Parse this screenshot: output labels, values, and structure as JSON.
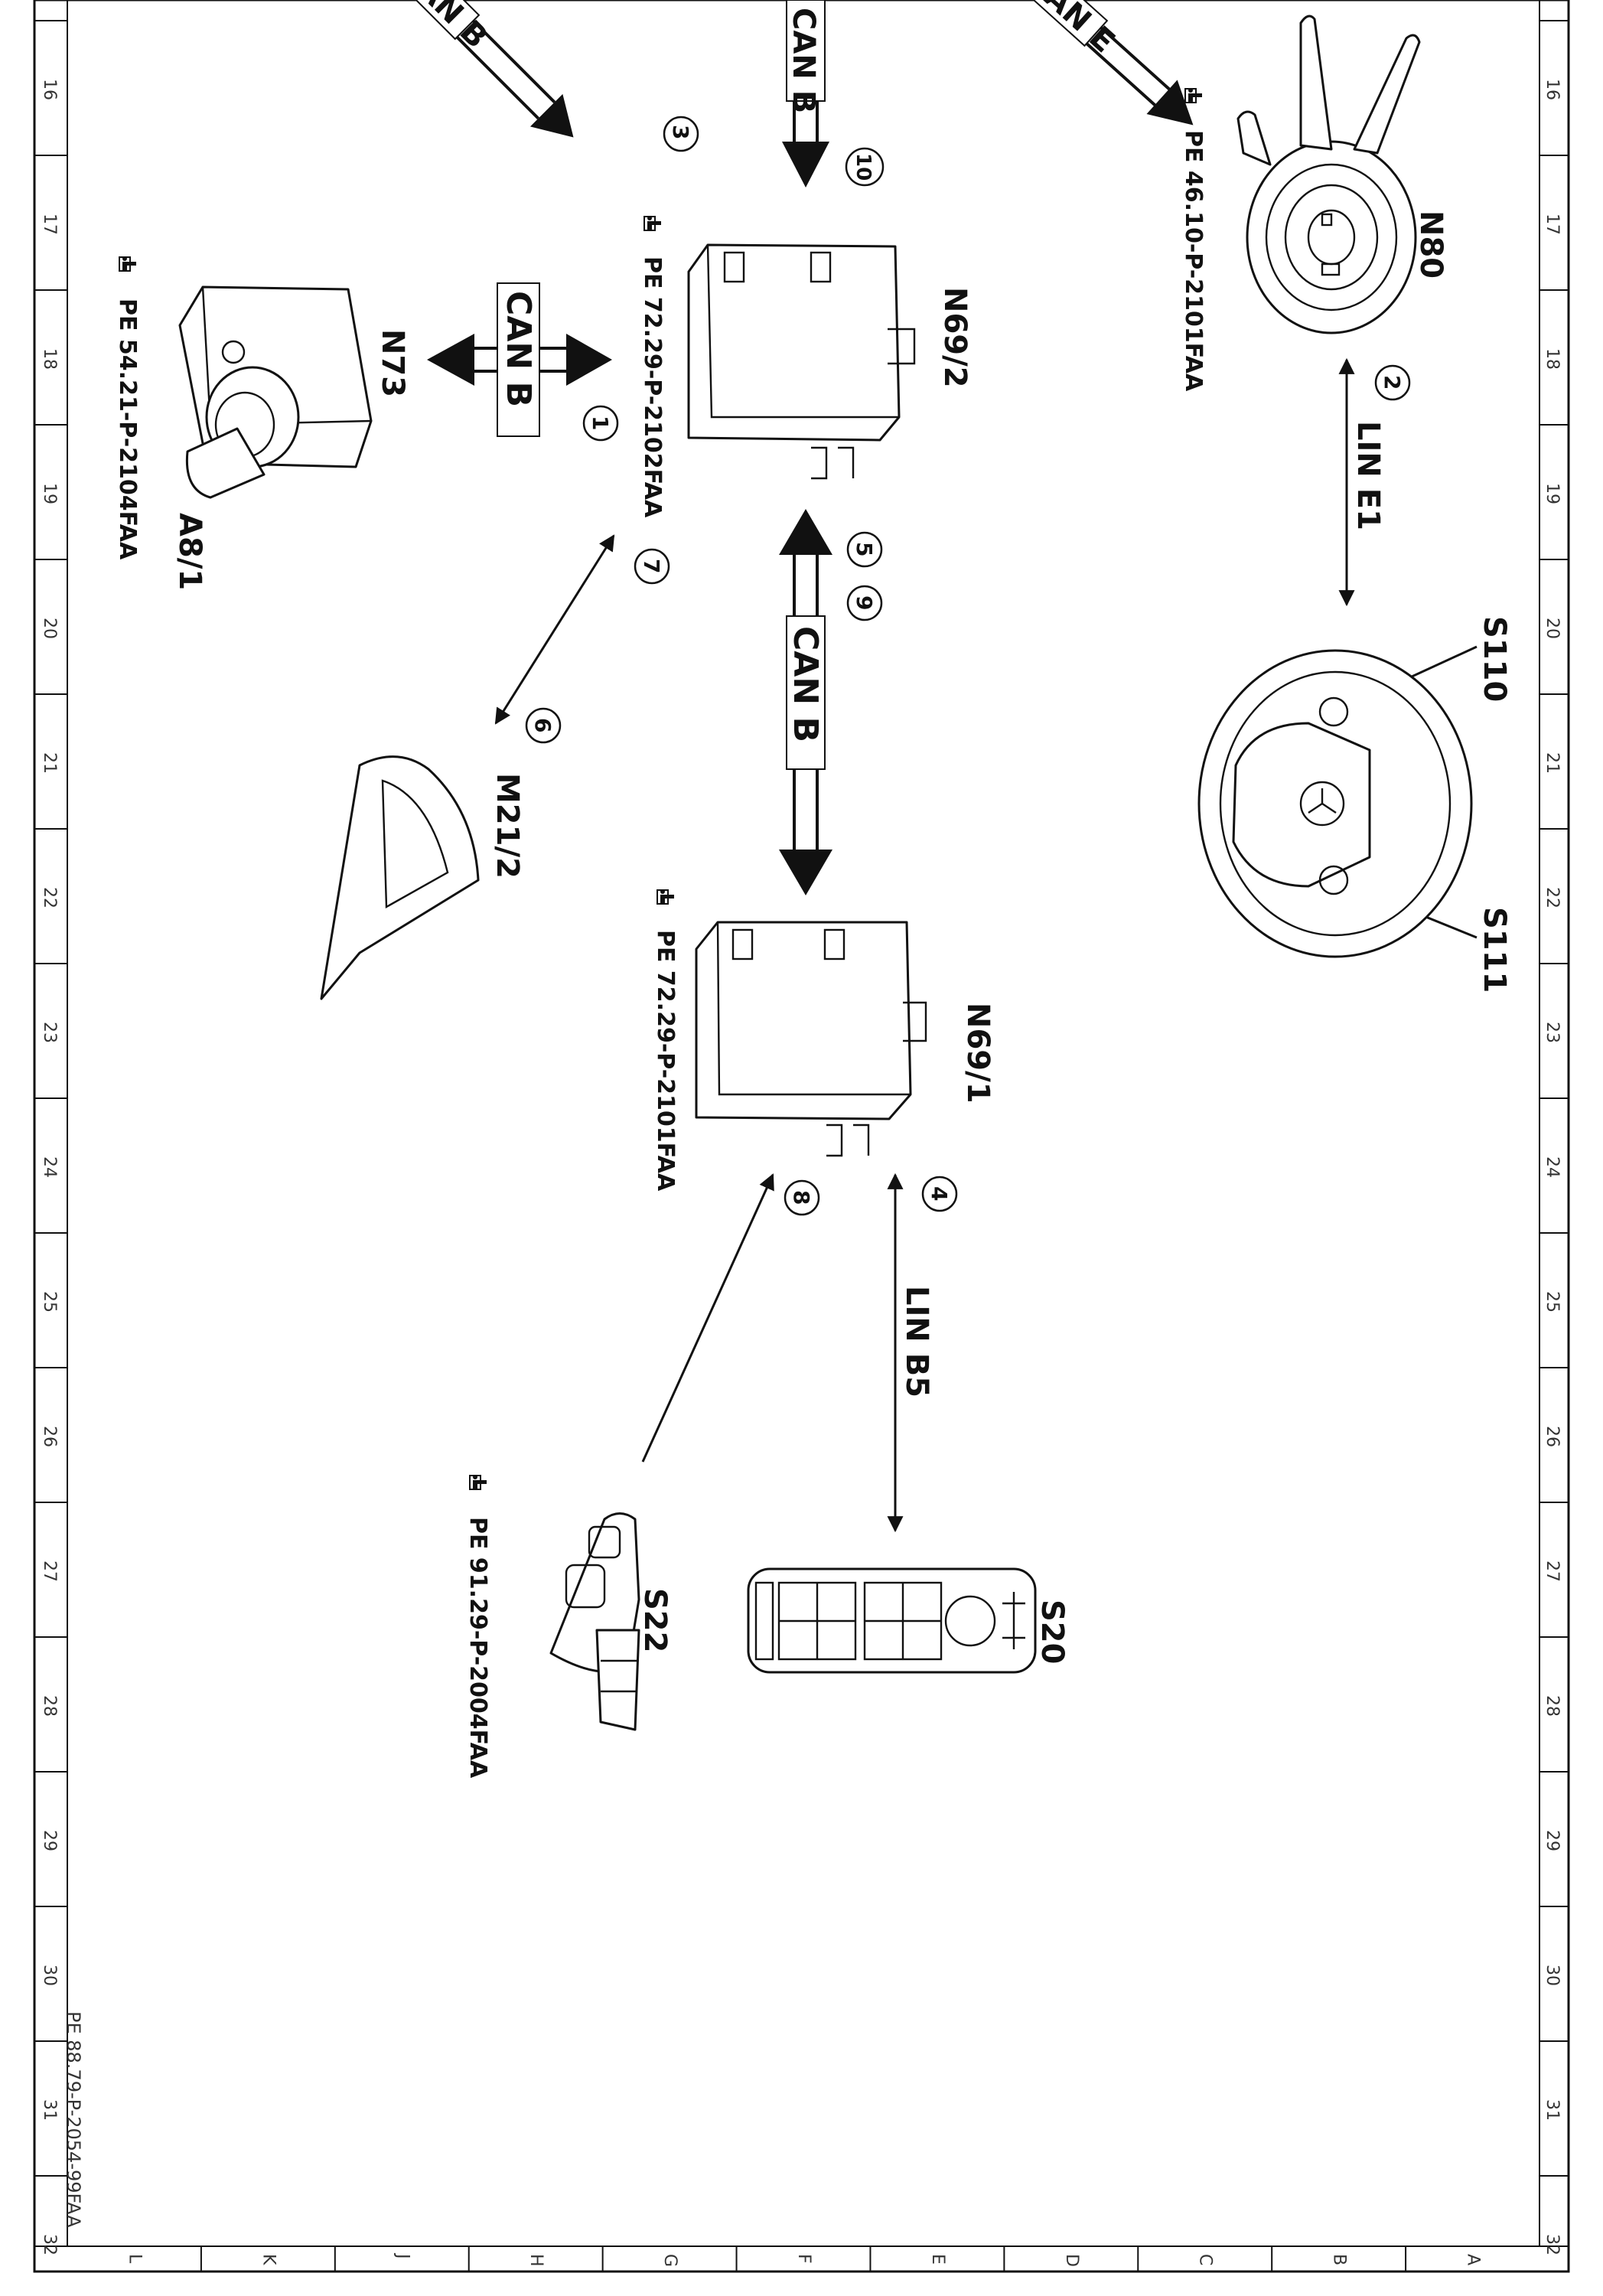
{
  "grid": {
    "rows": [
      "16",
      "17",
      "18",
      "19",
      "20",
      "21",
      "22",
      "23",
      "24",
      "25",
      "26",
      "27",
      "28",
      "29",
      "30",
      "31",
      "32"
    ],
    "cols": [
      "L",
      "K",
      "J",
      "H",
      "G",
      "F",
      "E",
      "D",
      "C",
      "B",
      "A"
    ]
  },
  "document_ref": "PE 88.79-P-2054-99FAA",
  "components": {
    "n80": "N80",
    "n69_2": "N69/2",
    "n69_1": "N69/1",
    "n73": "N73",
    "a8_1": "A8/1",
    "m21_2": "M21/2",
    "s20": "S20",
    "s22": "S22",
    "s110": "S110",
    "s111": "S111"
  },
  "references": {
    "n80": "PE 46.10-P-2101FAA",
    "n69_2": "PE 72.29-P-2102FAA",
    "n69_1": "PE 72.29-P-2101FAA",
    "n73": "PE 54.21-P-2104FAA",
    "s22": "PE 91.29-P-2004FAA"
  },
  "buses": {
    "can_b_top_left": "CAN B",
    "can_b_top": "CAN B",
    "can_e_top_right": "CAN E",
    "can_b_n73": "CAN B",
    "can_b_center": "CAN B",
    "lin_e1": "LIN E1",
    "lin_b5": "LIN B5"
  },
  "signal_numbers": {
    "s1": "1",
    "s2": "2",
    "s3": "3",
    "s4": "4",
    "s5": "5",
    "s6": "6",
    "s7": "7",
    "s8": "8",
    "s9": "9",
    "s10": "10"
  },
  "icons": {
    "reference": "pointing-hand-document-icon"
  }
}
